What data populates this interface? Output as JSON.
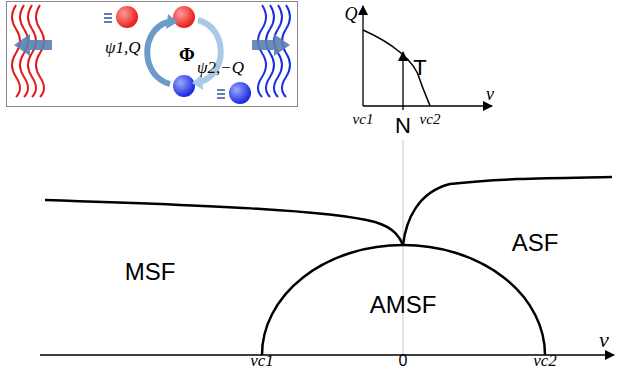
{
  "diagram": {
    "nodes": [
      {
        "text": [
          "ψ1,Q",
          "Φ",
          "ψ2,−Q"
        ]
      }
    ],
    "labels": [
      "T",
      "N",
      "MSF",
      "AMSF",
      "ASF",
      "vc1",
      "0",
      "vc2",
      "v",
      "Q",
      "v",
      "vc1",
      "vc2"
    ]
  }
}
